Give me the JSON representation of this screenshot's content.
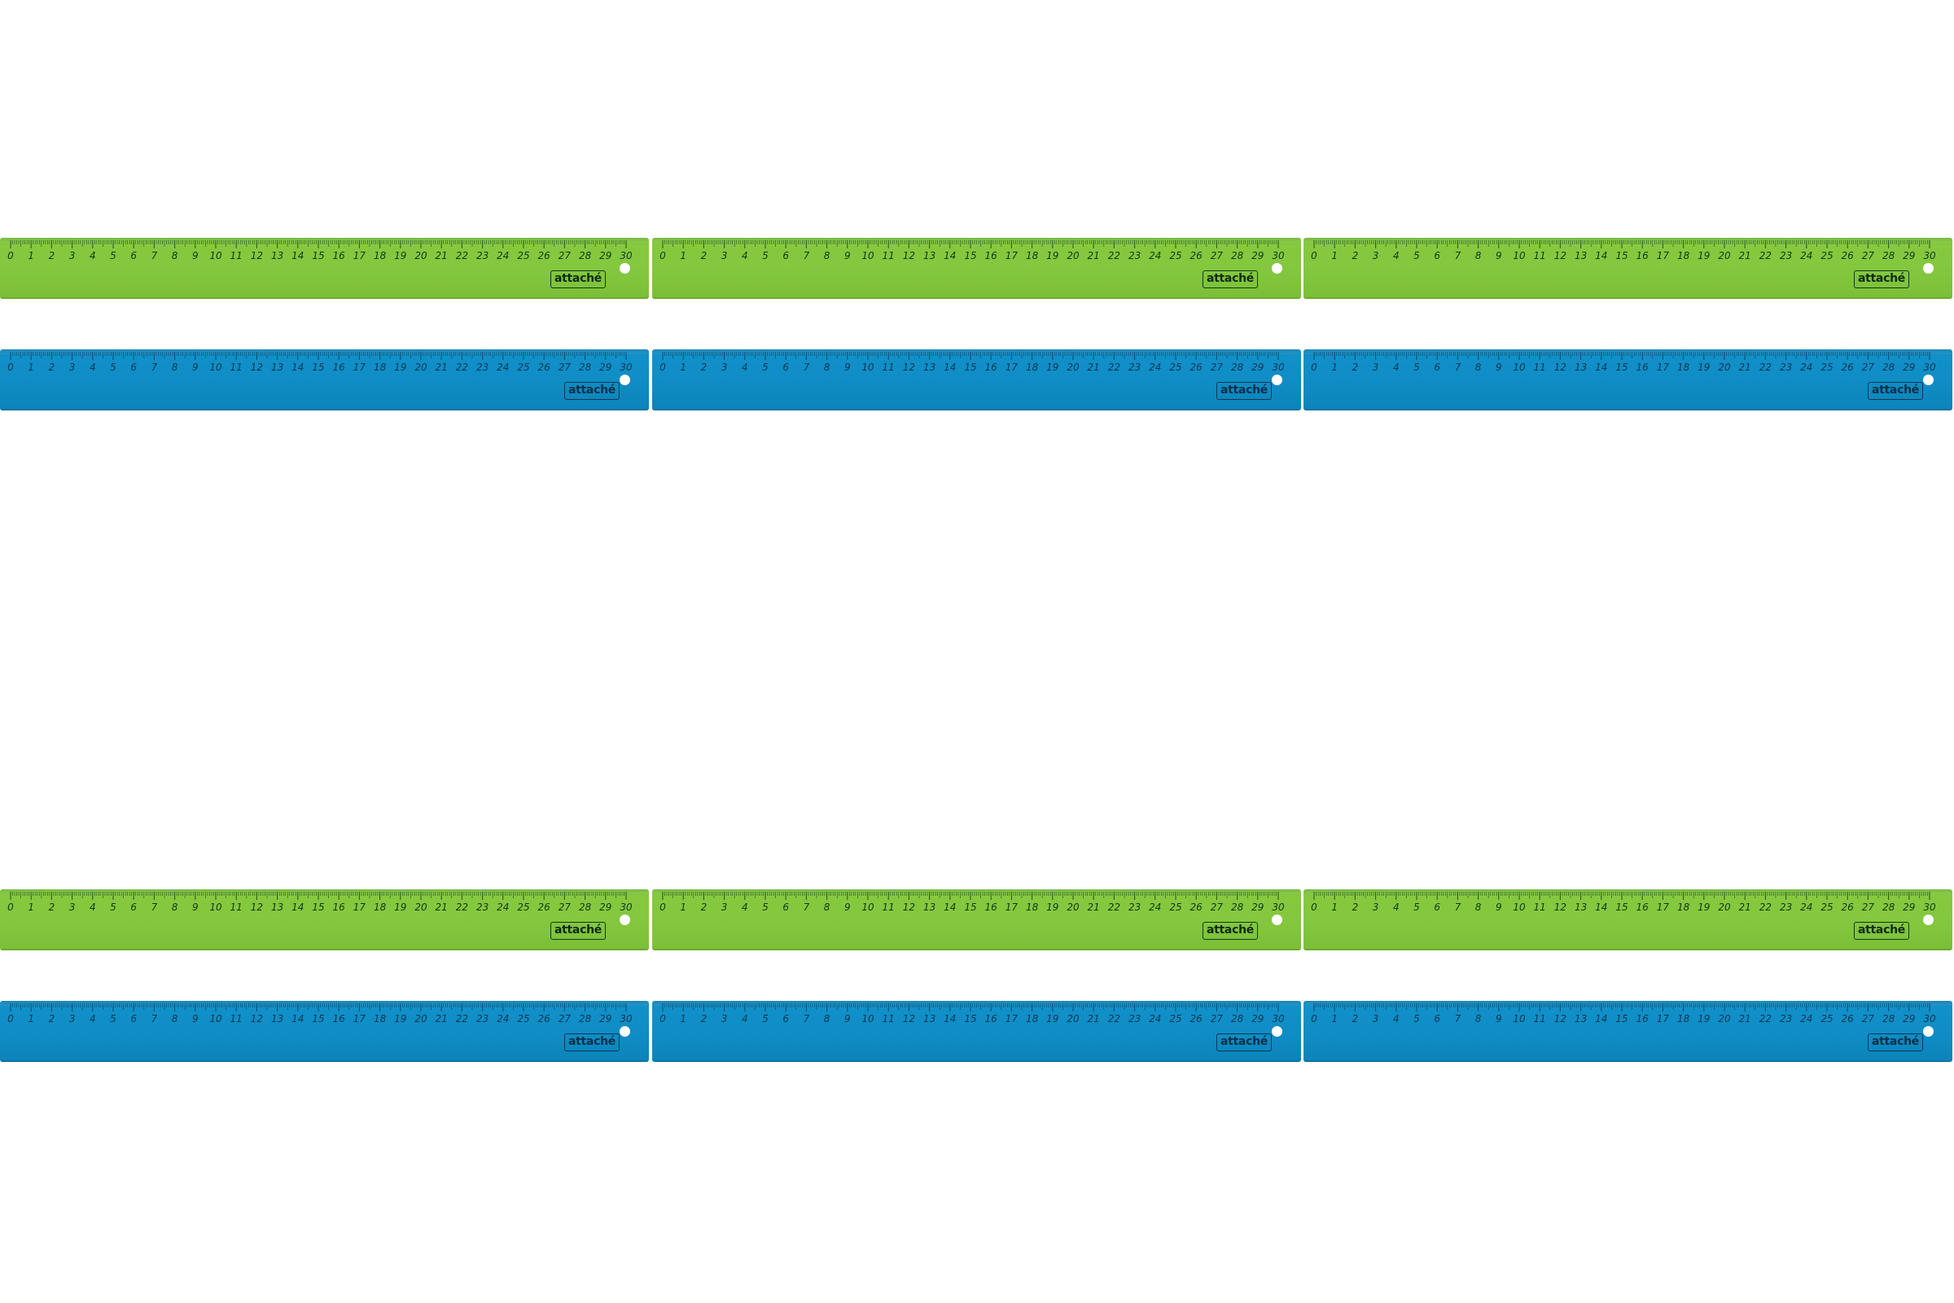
{
  "brand": "attaché",
  "scale": {
    "labels": [
      "0",
      "1",
      "2",
      "3",
      "4",
      "5",
      "6",
      "7",
      "8",
      "9",
      "10",
      "11",
      "12",
      "13",
      "14",
      "15",
      "16",
      "17",
      "18",
      "19",
      "20",
      "21",
      "22",
      "23",
      "24",
      "25",
      "26",
      "27",
      "28",
      "29",
      "30"
    ],
    "unit": "cm",
    "max": 30
  },
  "colors": {
    "green": "#82c73d",
    "blue": "#0f8cc4",
    "ink_green": "#12391a",
    "ink_blue": "#0b3752"
  },
  "rulers": [
    {
      "color": "green",
      "group": "top",
      "column": 1
    },
    {
      "color": "green",
      "group": "top",
      "column": 2
    },
    {
      "color": "green",
      "group": "top",
      "column": 3
    },
    {
      "color": "blue",
      "group": "top",
      "column": 1
    },
    {
      "color": "blue",
      "group": "top",
      "column": 2
    },
    {
      "color": "blue",
      "group": "top",
      "column": 3
    },
    {
      "color": "green",
      "group": "bottom",
      "column": 1
    },
    {
      "color": "green",
      "group": "bottom",
      "column": 2
    },
    {
      "color": "green",
      "group": "bottom",
      "column": 3
    },
    {
      "color": "blue",
      "group": "bottom",
      "column": 1
    },
    {
      "color": "blue",
      "group": "bottom",
      "column": 2
    },
    {
      "color": "blue",
      "group": "bottom",
      "column": 3
    }
  ]
}
